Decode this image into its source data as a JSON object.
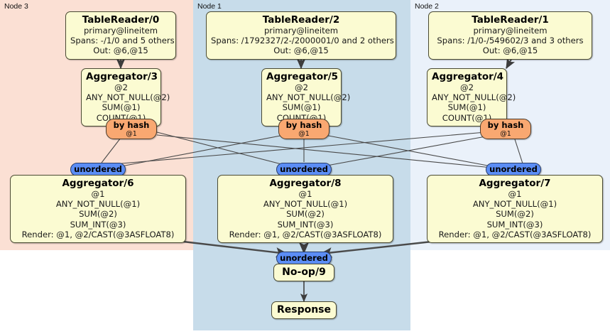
{
  "diagram": {
    "type": "distributed-query-execution-plan",
    "colors": {
      "node3_panel": "#fbe0d4",
      "node1_panel": "#c7dcea",
      "node2_panel": "#eaf1fa",
      "box_fill": "#fbfbd2",
      "box_stroke": "#4a4a33",
      "hash_fill": "#f9a871",
      "unordered_fill": "#5b8df5",
      "edge": "#4a4a4a"
    }
  },
  "panels": [
    {
      "id": "node3",
      "label": "Node 3"
    },
    {
      "id": "node1",
      "label": "Node 1"
    },
    {
      "id": "node2",
      "label": "Node 2"
    }
  ],
  "nodes": {
    "table_reader_0": {
      "title": "TableReader/0",
      "lines": [
        "primary@lineitem",
        "Spans: -/1/0 and 5 others",
        "Out: @6,@15"
      ]
    },
    "table_reader_2": {
      "title": "TableReader/2",
      "lines": [
        "primary@lineitem",
        "Spans: /1792327/2-/2000001/0 and 2 others",
        "Out: @6,@15"
      ]
    },
    "table_reader_1": {
      "title": "TableReader/1",
      "lines": [
        "primary@lineitem",
        "Spans: /1/0-/549602/3 and 3 others",
        "Out: @6,@15"
      ]
    },
    "aggregator_3": {
      "title": "Aggregator/3",
      "lines": [
        "@2",
        "ANY_NOT_NULL(@2)",
        "SUM(@1)",
        "COUNT(@1)"
      ]
    },
    "aggregator_5": {
      "title": "Aggregator/5",
      "lines": [
        "@2",
        "ANY_NOT_NULL(@2)",
        "SUM(@1)",
        "COUNT(@1)"
      ]
    },
    "aggregator_4": {
      "title": "Aggregator/4",
      "lines": [
        "@2",
        "ANY_NOT_NULL(@2)",
        "SUM(@1)",
        "COUNT(@1)"
      ]
    },
    "aggregator_6": {
      "title": "Aggregator/6",
      "lines": [
        "@1",
        "ANY_NOT_NULL(@1)",
        "SUM(@2)",
        "SUM_INT(@3)",
        "Render: @1, @2/CAST(@3ASFLOAT8)"
      ]
    },
    "aggregator_8": {
      "title": "Aggregator/8",
      "lines": [
        "@1",
        "ANY_NOT_NULL(@1)",
        "SUM(@2)",
        "SUM_INT(@3)",
        "Render: @1, @2/CAST(@3ASFLOAT8)"
      ]
    },
    "aggregator_7": {
      "title": "Aggregator/7",
      "lines": [
        "@1",
        "ANY_NOT_NULL(@1)",
        "SUM(@2)",
        "SUM_INT(@3)",
        "Render: @1, @2/CAST(@3ASFLOAT8)"
      ]
    },
    "hash_left": {
      "title": "by hash",
      "sub": "@1"
    },
    "hash_mid": {
      "title": "by hash",
      "sub": "@1"
    },
    "hash_right": {
      "title": "by hash",
      "sub": "@1"
    },
    "unordered_left": {
      "title": "unordered"
    },
    "unordered_mid": {
      "title": "unordered"
    },
    "unordered_right": {
      "title": "unordered"
    },
    "unordered_final": {
      "title": "unordered"
    },
    "noop_9": {
      "title": "No-op/9"
    },
    "response": {
      "title": "Response"
    }
  }
}
